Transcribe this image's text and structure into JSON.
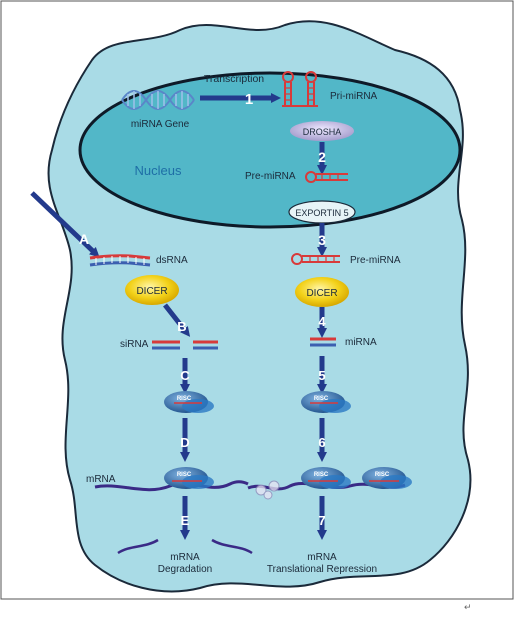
{
  "labels": {
    "transcription": "Transcription",
    "mirna_gene": "miRNA Gene",
    "pri_mirna": "Pri-miRNA",
    "drosha": "DROSHA",
    "nucleus": "Nucleus",
    "pre_mirna_nucleus": "Pre-miRNA",
    "exportin": "EXPORTIN 5",
    "pre_mirna_cyto": "Pre-miRNA",
    "dsrna": "dsRNA",
    "dicer_left": "DICER",
    "dicer_right": "DICER",
    "sirna": "siRNA",
    "mirna": "miRNA",
    "mrna_left": "mRNA",
    "risc": "RISC",
    "degradation_line1": "mRNA",
    "degradation_line2": "Degradation",
    "repression_line1": "mRNA",
    "repression_line2": "Translational Repression"
  },
  "steps_numeric": [
    "1",
    "2",
    "3",
    "4",
    "5",
    "6",
    "7"
  ],
  "steps_alpha": [
    "A",
    "B",
    "C",
    "D",
    "E"
  ],
  "colors": {
    "cell_fill": "#a9dbe6",
    "cell_stroke": "#1b2a3a",
    "nucleus_fill": "#52b7c8",
    "nucleus_stroke": "#0e1a28",
    "arrow": "#233a8c",
    "rna_red": "#d83a3a",
    "rna_blue": "#3c5fb0",
    "dicer": "#f3d21a",
    "drosha": "#b9b2d8",
    "risc": "#2e6aa8",
    "mrna": "#3a2a86",
    "nucleus_text": "#1e6ea6"
  }
}
